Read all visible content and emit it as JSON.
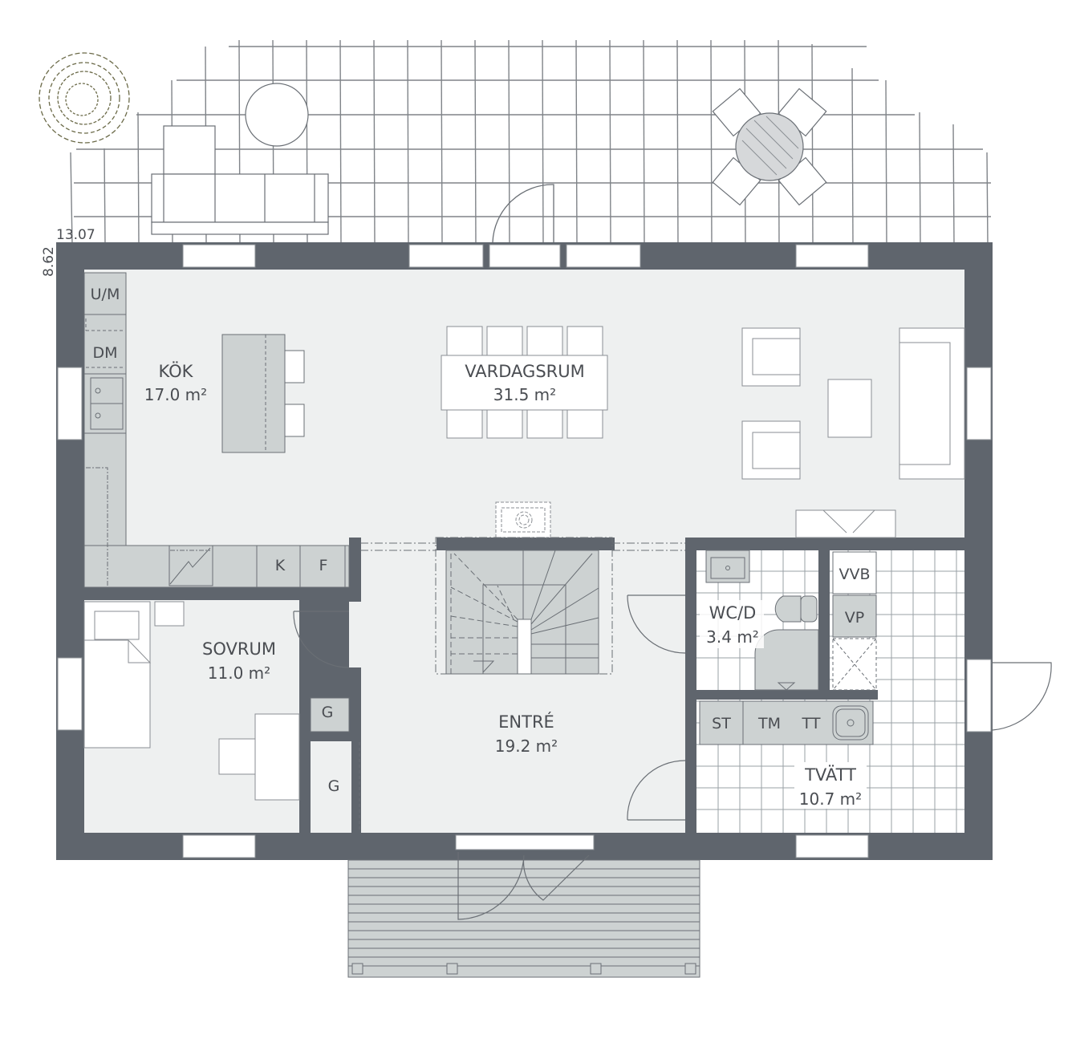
{
  "plan": {
    "dimensions": {
      "width": "13.07",
      "depth": "8.62"
    },
    "colors": {
      "wall": "#5f656d",
      "floor": "#eef0f0",
      "fixture": "#cdd2d2",
      "line": "#6a6f75",
      "background": "#ffffff"
    },
    "rooms": [
      {
        "id": "kok",
        "name": "KÖK",
        "area": "17.0 m²"
      },
      {
        "id": "vardagsrum",
        "name": "VARDAGSRUM",
        "area": "31.5 m²"
      },
      {
        "id": "sovrum",
        "name": "SOVRUM",
        "area": "11.0 m²"
      },
      {
        "id": "entre",
        "name": "ENTRÉ",
        "area": "19.2 m²"
      },
      {
        "id": "wcd",
        "name": "WC/D",
        "area": "3.4 m²"
      },
      {
        "id": "tvatt",
        "name": "TVÄTT",
        "area": "10.7 m²"
      }
    ],
    "fixtures": {
      "um": "U/M",
      "dm": "DM",
      "k": "K",
      "f": "F",
      "g1": "G",
      "g2": "G",
      "vvb": "VVB",
      "vp": "VP",
      "st": "ST",
      "tm": "TM",
      "tt": "TT"
    },
    "icons": {
      "tree": "tree-icon",
      "stairs": "staircase-icon",
      "fireplace": "fireplace-icon"
    }
  }
}
